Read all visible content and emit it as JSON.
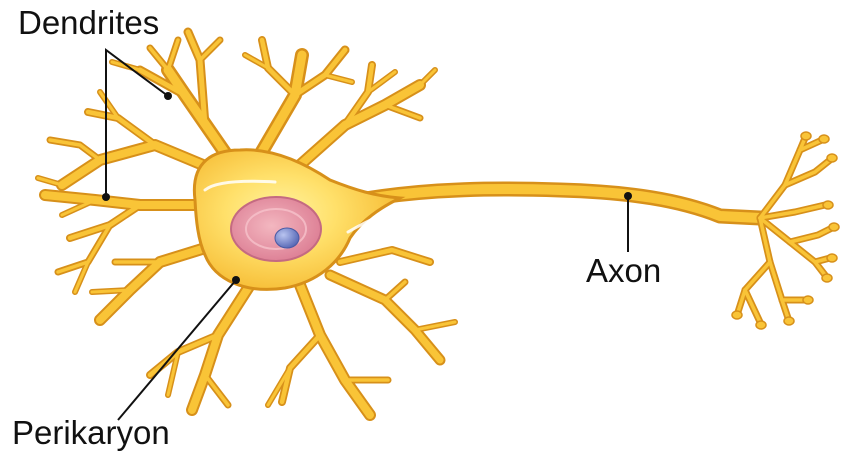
{
  "labels": {
    "dendrites": "Dendrites",
    "axon": "Axon",
    "perikaryon": "Perikaryon"
  },
  "colors": {
    "membrane_outline": "#d7901a",
    "cytoplasm_light": "#ffe36a",
    "cytoplasm": "#f9c437",
    "nucleus": "#e58a9b",
    "nucleus_outline": "#c46a82",
    "nucleolus": "#6f80c8",
    "leader_line": "#111111"
  }
}
